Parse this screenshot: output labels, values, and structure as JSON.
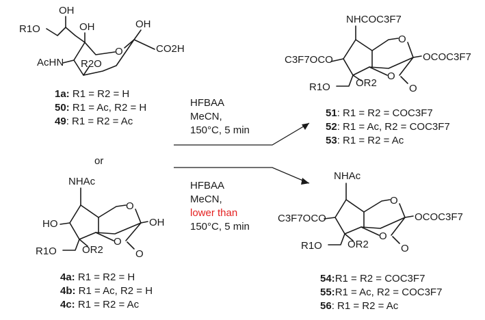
{
  "structures": {
    "s1": {
      "labels": {
        "r1o": "R1O",
        "oh1": "OH",
        "oh2": "OH",
        "o_ring": "O",
        "oh_anom": "OH",
        "acid": "CO2H",
        "nhac": "AcHN",
        "r2o": "R2O"
      },
      "compounds": [
        {
          "num": "1a:",
          "text": "R1 = R2 = H"
        },
        {
          "num": "50:",
          "text": "R1 = Ac,  R2 = H"
        },
        {
          "num": "49",
          "text": ": R1 = R2 = Ac"
        }
      ]
    },
    "s2": {
      "labels": {
        "nh": "NHCOC3F7",
        "o_top": "O",
        "acyl_left": "C3F7OCO",
        "acyl_right": "OCOC3F7",
        "r1o": "R1O",
        "or2": "OR2",
        "o_lac": "O",
        "o_co": "O"
      },
      "compounds": [
        {
          "num": "51",
          "text": ": R1 = R2 = COC3F7"
        },
        {
          "num": "52",
          "text": ": R1 = Ac,  R2 = COC3F7"
        },
        {
          "num": "53",
          "text": ": R1 = R2 = Ac"
        }
      ]
    },
    "s3": {
      "labels": {
        "nhac": "NHAc",
        "o_top": "O",
        "ho": "HO",
        "oh": "OH",
        "r1o": "R1O",
        "or2": "OR2",
        "o_lac": "O",
        "o_co": "O"
      },
      "compounds": [
        {
          "num": "4a:",
          "text": "R1 = R2 = H"
        },
        {
          "num": "4b:",
          "text": "R1 = Ac, R2 = H"
        },
        {
          "num": "4c:",
          "text": "R1 = R2 = Ac"
        }
      ]
    },
    "s4": {
      "labels": {
        "nhac": "NHAc",
        "o_top": "O",
        "acyl_left": "C3F7OCO",
        "acyl_right": "OCOC3F7",
        "r1o": "R1O",
        "or2": "OR2",
        "o_lac": "O",
        "o_co": "O"
      },
      "compounds": [
        {
          "num": "54:",
          "text": "R1 = R2 = COC3F7"
        },
        {
          "num": "55:",
          "text": "R1 = Ac,  R2 = COC3F7"
        },
        {
          "num": "56",
          "text": ": R1 = R2 = Ac"
        }
      ]
    }
  },
  "reactions": {
    "top": {
      "lines": [
        "HFBAA",
        "MeCN,",
        "150°C, 5 min"
      ]
    },
    "bottom": {
      "lines": [
        "HFBAA",
        "MeCN,",
        "lower than",
        "150°C, 5 min"
      ],
      "highlight_color": "#e41f1f"
    }
  },
  "or_label": "or"
}
